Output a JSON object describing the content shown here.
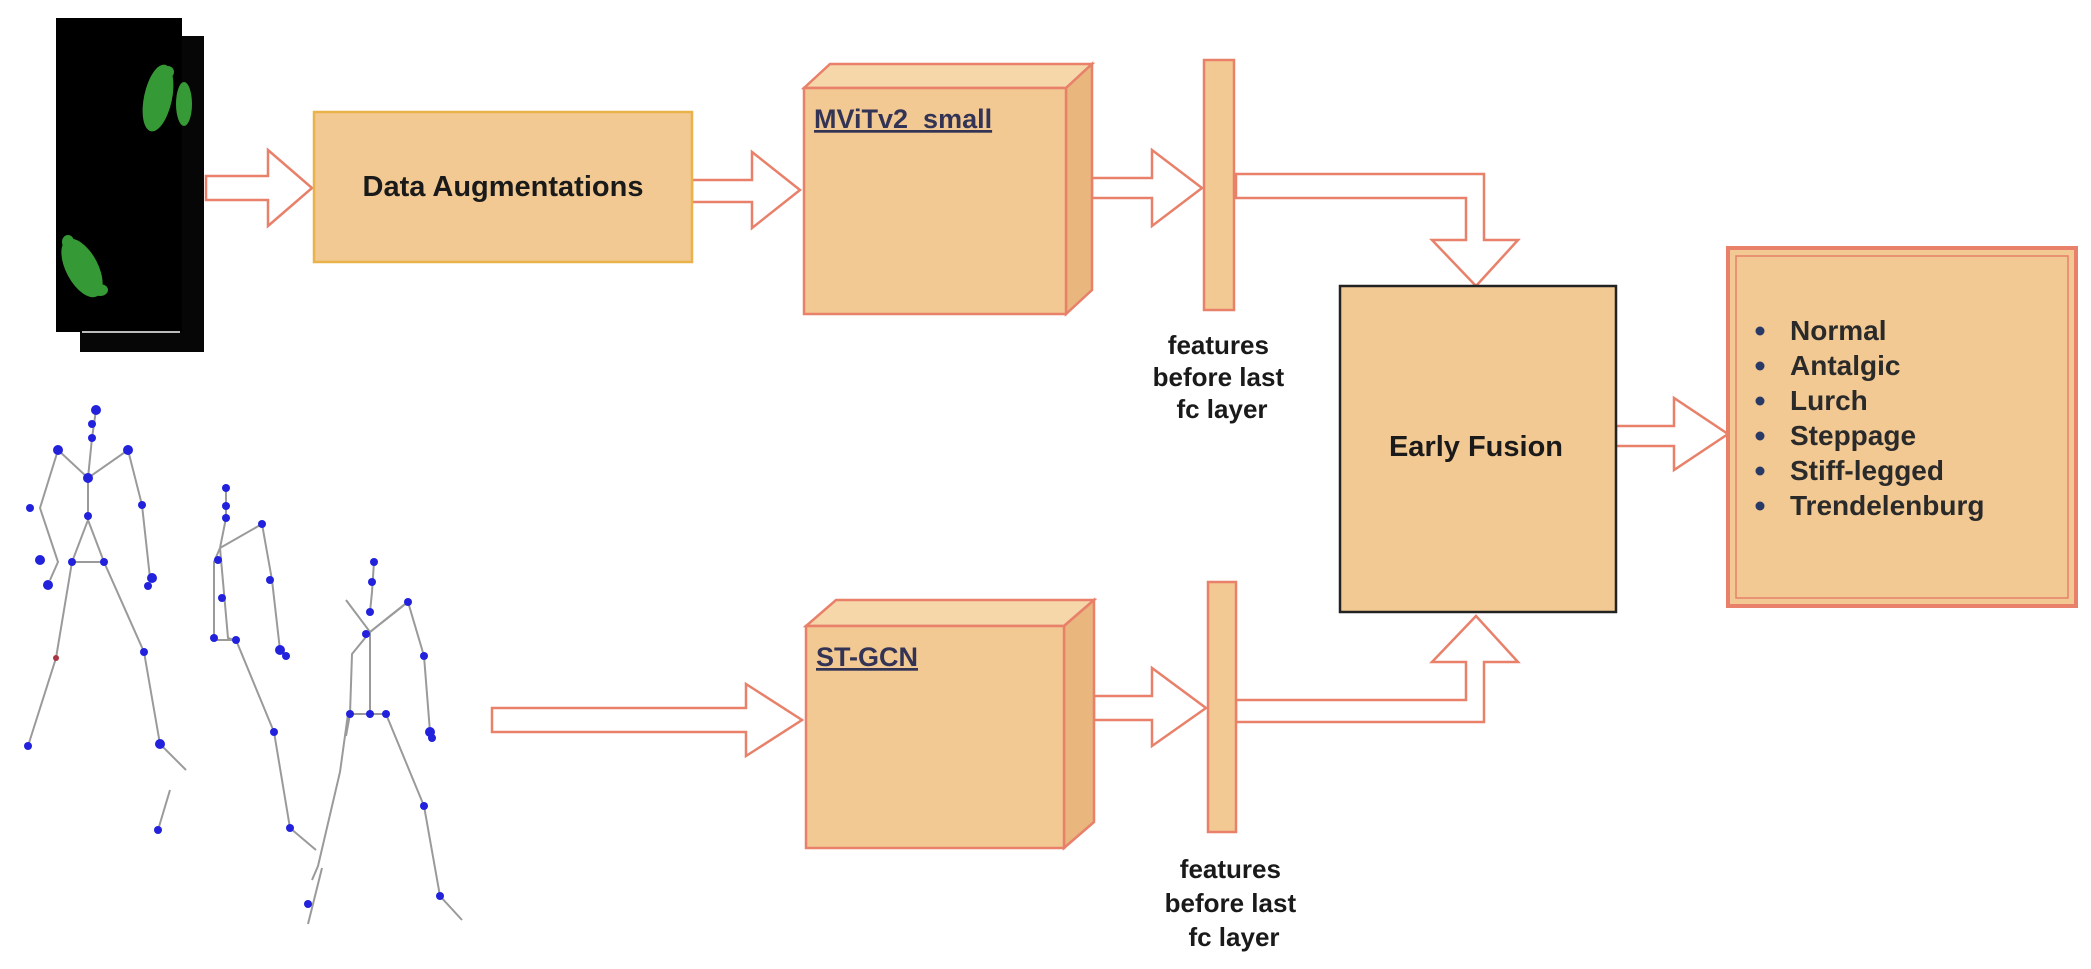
{
  "blocks": {
    "augmentation": "Data Augmentations",
    "video_model": "MViTv2_small",
    "skeleton_model": "ST-GCN",
    "fusion": "Early Fusion"
  },
  "features_label_top": [
    "features",
    "before last",
    "fc layer"
  ],
  "features_label_bottom": [
    "features",
    "before last",
    "fc layer"
  ],
  "classes": [
    "Normal",
    "Antalgic",
    "Lurch",
    "Steppage",
    "Stiff-legged",
    "Trendelenburg"
  ],
  "colors": {
    "box_fill": "#f2c992",
    "box_side": "#e9b67e",
    "box_top": "#f6d7a9",
    "outline": "#e8806a",
    "aug_outline": "#e9b24a",
    "fusion_outline": "#222222",
    "skeleton_joint": "#2222dd",
    "skeleton_bone": "#9a9a9a",
    "footprint": "#3fb43f"
  }
}
